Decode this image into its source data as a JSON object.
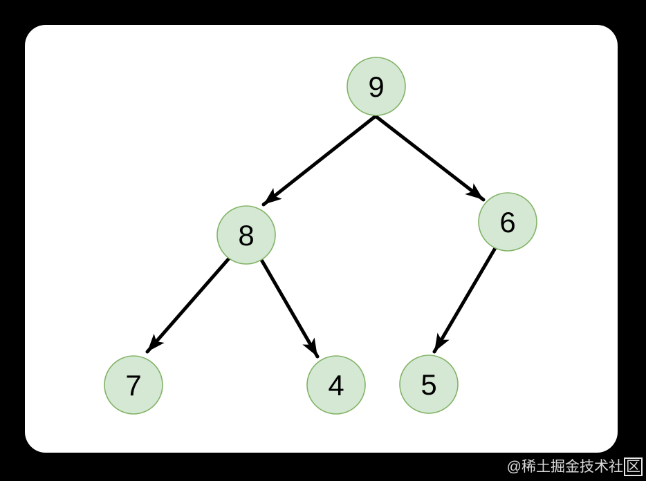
{
  "window": {
    "background_color": "#000000",
    "card_color": "#ffffff"
  },
  "diagram": {
    "type": "binary-tree",
    "node_fill": "#d5e8d4",
    "node_stroke": "#82b366",
    "edge_color": "#000000",
    "nodes": [
      {
        "id": "n9",
        "value": "9",
        "role": "root"
      },
      {
        "id": "n8",
        "value": "8",
        "role": "left-child-of-9"
      },
      {
        "id": "n6",
        "value": "6",
        "role": "right-child-of-9"
      },
      {
        "id": "n7",
        "value": "7",
        "role": "left-child-of-8"
      },
      {
        "id": "n4",
        "value": "4",
        "role": "right-child-of-8"
      },
      {
        "id": "n5",
        "value": "5",
        "role": "left-child-of-6"
      }
    ],
    "edges": [
      {
        "from": "9",
        "to": "8"
      },
      {
        "from": "9",
        "to": "6"
      },
      {
        "from": "8",
        "to": "7"
      },
      {
        "from": "8",
        "to": "4"
      },
      {
        "from": "6",
        "to": "5"
      }
    ]
  },
  "watermark": {
    "prefix": "@稀土掘金技术社",
    "boxed_char": "区"
  }
}
